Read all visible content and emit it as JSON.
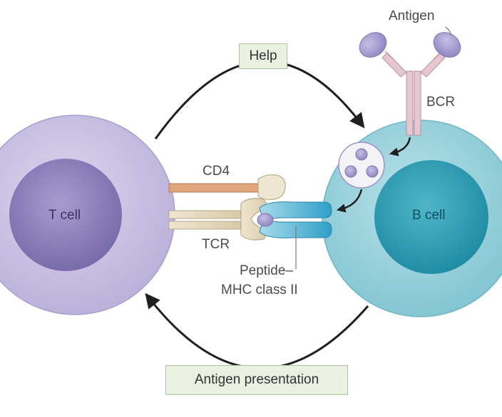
{
  "labels": {
    "help": "Help",
    "antigen": "Antigen",
    "bcr": "BCR",
    "cd4": "CD4",
    "t_cell": "T cell",
    "b_cell": "B cell",
    "tcr": "TCR",
    "peptide": "Peptide–",
    "mhc": "MHC class II",
    "antigen_presentation": "Antigen presentation"
  },
  "colors": {
    "t_cell_outer": "#c9c2e2",
    "t_cell_nucleus": "#8f83bd",
    "b_cell_outer": "#9fd3dc",
    "b_cell_nucleus": "#2fa0b6",
    "label_box_fill": "#eaf1e1",
    "label_box_border": "#a9c39a",
    "arrow": "#1f1f1f"
  }
}
